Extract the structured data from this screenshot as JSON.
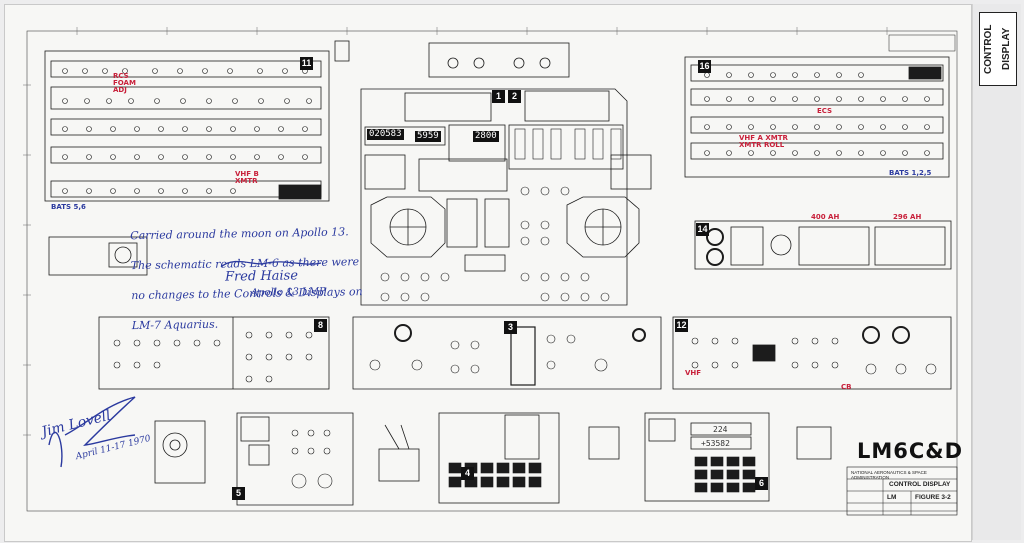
{
  "tab": {
    "label": "CONTROL\nDISPLAY"
  },
  "title": {
    "main": "LM6C&D",
    "display_name": "CONTROL DISPLAY",
    "figure": "FIGURE 3-2"
  },
  "inscription": {
    "lines": [
      "Carried around the moon on Apollo 13.",
      "The schematic reads LM-6 as there were",
      "no changes to the Controls & Displays on",
      "LM-7 Aquarius."
    ],
    "signature": "Fred Haise",
    "signature_sub": "Apollo 13 LMP"
  },
  "signature_left": {
    "name": "Jim Lovell",
    "sub": "April 11-17 1970"
  },
  "panel_numbers": [
    "11",
    "1",
    "2",
    "16",
    "14",
    "8",
    "3",
    "12",
    "5",
    "4",
    "6"
  ],
  "red_annotations": [
    "RCS FOAM ADJ",
    "VHF B XMTR",
    "VHF A XMTR XMTR ROLL",
    "BATS 5,6",
    "BATS 1,2,5",
    "400 AH",
    "296 AH",
    "ECS",
    "CB",
    "VHF"
  ],
  "readouts": {
    "r1": "020583",
    "r2": "5959",
    "r3": "2800",
    "dsky_1": "224",
    "dsky_2": "+53582"
  },
  "title_block": {
    "org": "NATIONAL AERONAUTICS & SPACE ADMINISTRATION",
    "lm": "LM",
    "figure_label": "FIGURE 3-2"
  }
}
